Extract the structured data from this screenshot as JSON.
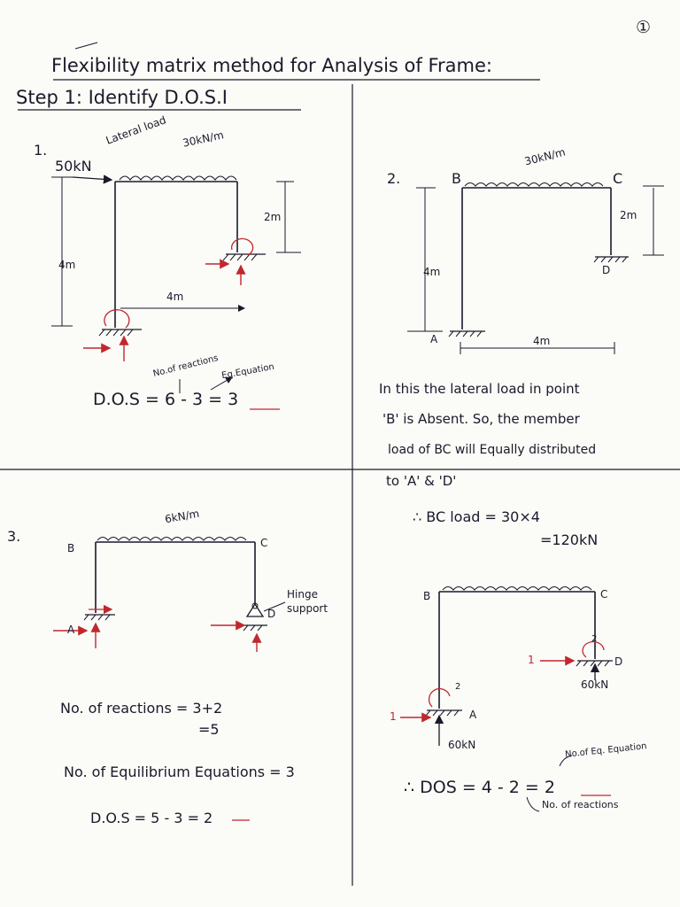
{
  "page_number": "①",
  "title": "Flexibility matrix method for Analysis of Frame:",
  "step": "Step 1: Identify D.O.S.I",
  "p1": {
    "num": "1.",
    "point_load": "50kN",
    "lateral_label": "Lateral load",
    "udl": "30kN/m",
    "right_height": "2m",
    "left_height": "4m",
    "span": "4m",
    "note_reactions": "No.of reactions",
    "note_equations": "Eq.Equation",
    "dos": "D.O.S = 6 - 3 = 3"
  },
  "p2": {
    "num": "2.",
    "node_b": "B",
    "node_c": "C",
    "node_a": "A",
    "node_d": "D",
    "udl": "30kN/m",
    "right_height": "2m",
    "left_height": "4m",
    "span": "4m",
    "text_lines": [
      "In this the lateral load in point",
      "'B' is Absent. So, the member",
      "load of BC will Equally distributed",
      "to 'A' & 'D'"
    ],
    "bc_load_1": "∴ BC load = 30×4",
    "bc_load_2": "=120kN"
  },
  "p3": {
    "num": "3.",
    "node_b": "B",
    "node_c": "C",
    "node_a": "A",
    "node_d": "D",
    "udl": "6kN/m",
    "hinge_1": "Hinge",
    "hinge_2": "support",
    "reactions_1": "No. of reactions = 3+2",
    "reactions_2": "=5",
    "equations": "No. of Equilibrium Equations = 3",
    "dos": "D.O.S = 5 - 3 = 2"
  },
  "p4": {
    "node_b": "B",
    "node_c": "C",
    "node_a": "A",
    "node_d": "D",
    "reaction_d": "60kN",
    "reaction_a": "60kN",
    "one_d": "1",
    "one_a": "1",
    "two_d": "2",
    "two_a": "2",
    "note_eq": "No.of Eq. Equation",
    "dos": "∴ DOS = 4 - 2 = 2",
    "note_reactions": "No. of reactions"
  }
}
